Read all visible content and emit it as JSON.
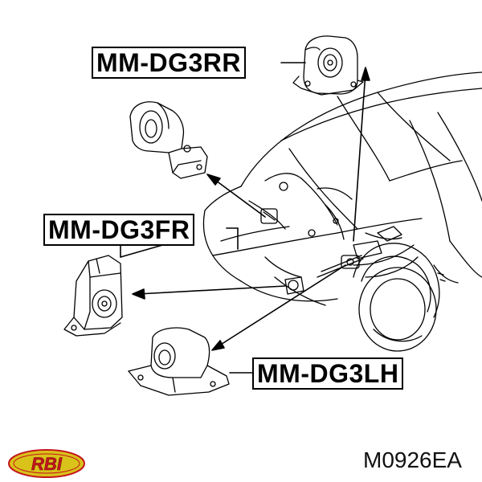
{
  "labels": {
    "rear_right": "MM-DG3RR",
    "front_right": "MM-DG3FR",
    "left_hand": "MM-DG3LH"
  },
  "brand": {
    "logo_text": "RBI",
    "logo_colors": {
      "fill": "#d9c21a",
      "outline": "#c4161c"
    }
  },
  "footer": {
    "part_code": "M0926EA"
  }
}
